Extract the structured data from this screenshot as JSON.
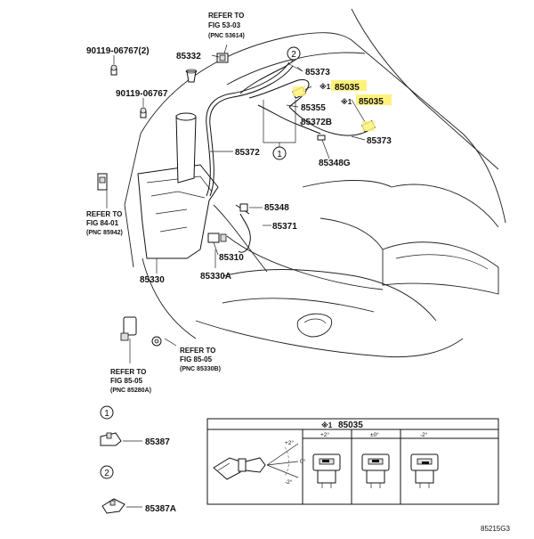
{
  "labels": {
    "p90119_06767_2": "90119-06767(2)",
    "p90119_06767": "90119-06767",
    "p85332": "85332",
    "p85373_top": "85373",
    "p85035_a": "85035",
    "p85035_b": "85035",
    "p85355": "85355",
    "p85372b": "85372B",
    "p85373_right": "85373",
    "p85348g": "85348G",
    "p85372": "85372",
    "p85348": "85348",
    "p85371": "85371",
    "p85310": "85310",
    "p85330": "85330",
    "p85330a": "85330A",
    "p85387": "85387",
    "p85387a": "85387A",
    "diagram_code": "85215G3",
    "ref_symbol": "※1",
    "callout_1": "1",
    "callout_2": "2"
  },
  "refs": {
    "fig53_l1": "REFER TO",
    "fig53_l2": "FIG 53-03",
    "fig53_l3": "(PNC 53614)",
    "fig84_l1": "REFER TO",
    "fig84_l2": "FIG 84-01",
    "fig84_l3": "(PNC 85942)",
    "fig85a_l1": "REFER TO",
    "fig85a_l2": "FIG 85-05",
    "fig85a_l3": "(PNC 85330B)",
    "fig85b_l1": "REFER TO",
    "fig85b_l2": "FIG 85-05",
    "fig85b_l3": "(PNC 85280A)"
  },
  "inset": {
    "title_symbol": "※1",
    "title_part": "85035",
    "col1": "+2°",
    "col2": "±0°",
    "col3": "-2°",
    "angle_plus": "+2°",
    "angle_zero": "0°",
    "angle_minus": "-2°"
  },
  "colors": {
    "highlight": "#fff27a"
  }
}
